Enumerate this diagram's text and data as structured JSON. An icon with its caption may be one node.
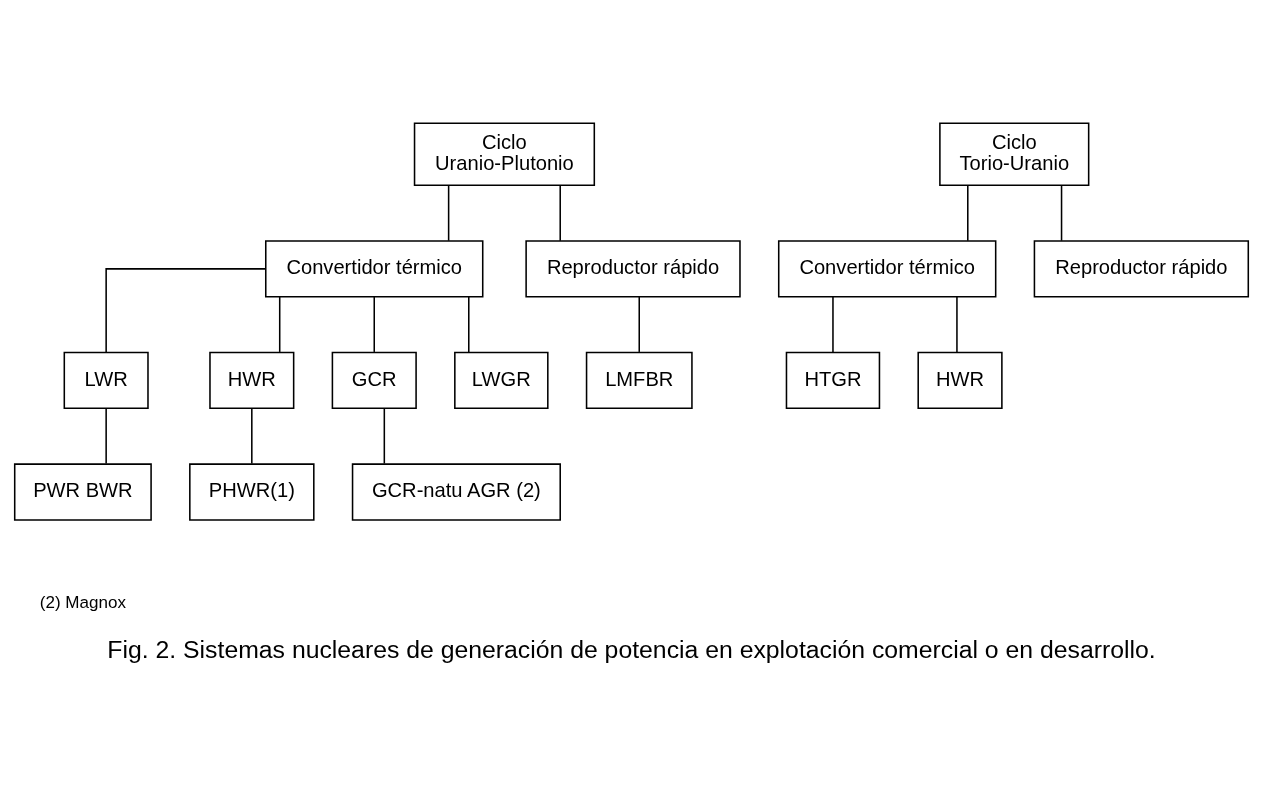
{
  "diagram": {
    "caption": "Fig. 2. Sistemas nucleares de generación de potencia en explotación comercial o en desarrollo.",
    "nodes": [
      {
        "text": [
          "Ciclo",
          "Uranio-Plutonio"
        ]
      },
      {
        "text": [
          "Convertidor térmico"
        ]
      },
      {
        "text": [
          "Reproductor rápido"
        ]
      },
      {
        "text": [
          "LWR"
        ]
      },
      {
        "text": [
          "HWR"
        ]
      },
      {
        "text": [
          "GCR"
        ]
      },
      {
        "text": [
          "LWGR"
        ]
      },
      {
        "text": [
          "LMFBR"
        ]
      },
      {
        "text": [
          "PWR BWR"
        ]
      },
      {
        "text": [
          "PHWR(1)"
        ]
      },
      {
        "text": [
          "GCR-natu AGR (2)"
        ]
      },
      {
        "text": [
          "Ciclo",
          "Torio-Uranio"
        ]
      },
      {
        "text": [
          "Convertidor térmico"
        ]
      },
      {
        "text": [
          "Reproductor rápido"
        ]
      },
      {
        "text": [
          "HTGR"
        ]
      },
      {
        "text": [
          "HWR"
        ]
      }
    ],
    "edges": [
      {
        "from": 0,
        "to": 1,
        "arrow": "none"
      },
      {
        "from": 0,
        "to": 2,
        "arrow": "none"
      },
      {
        "from": 1,
        "to": 3,
        "arrow": "none"
      },
      {
        "from": 1,
        "to": 4,
        "arrow": "none"
      },
      {
        "from": 1,
        "to": 5,
        "arrow": "none"
      },
      {
        "from": 1,
        "to": 6,
        "arrow": "none"
      },
      {
        "from": 2,
        "to": 7,
        "arrow": "none"
      },
      {
        "from": 3,
        "to": 8,
        "arrow": "none"
      },
      {
        "from": 4,
        "to": 9,
        "arrow": "none"
      },
      {
        "from": 5,
        "to": 10,
        "arrow": "none"
      },
      {
        "from": 11,
        "to": 12,
        "arrow": "none"
      },
      {
        "from": 11,
        "to": 13,
        "arrow": "none"
      },
      {
        "from": 12,
        "to": 14,
        "arrow": "none"
      },
      {
        "from": 12,
        "to": 15,
        "arrow": "none"
      }
    ],
    "labels": [
      "(2) Magnox"
    ]
  }
}
